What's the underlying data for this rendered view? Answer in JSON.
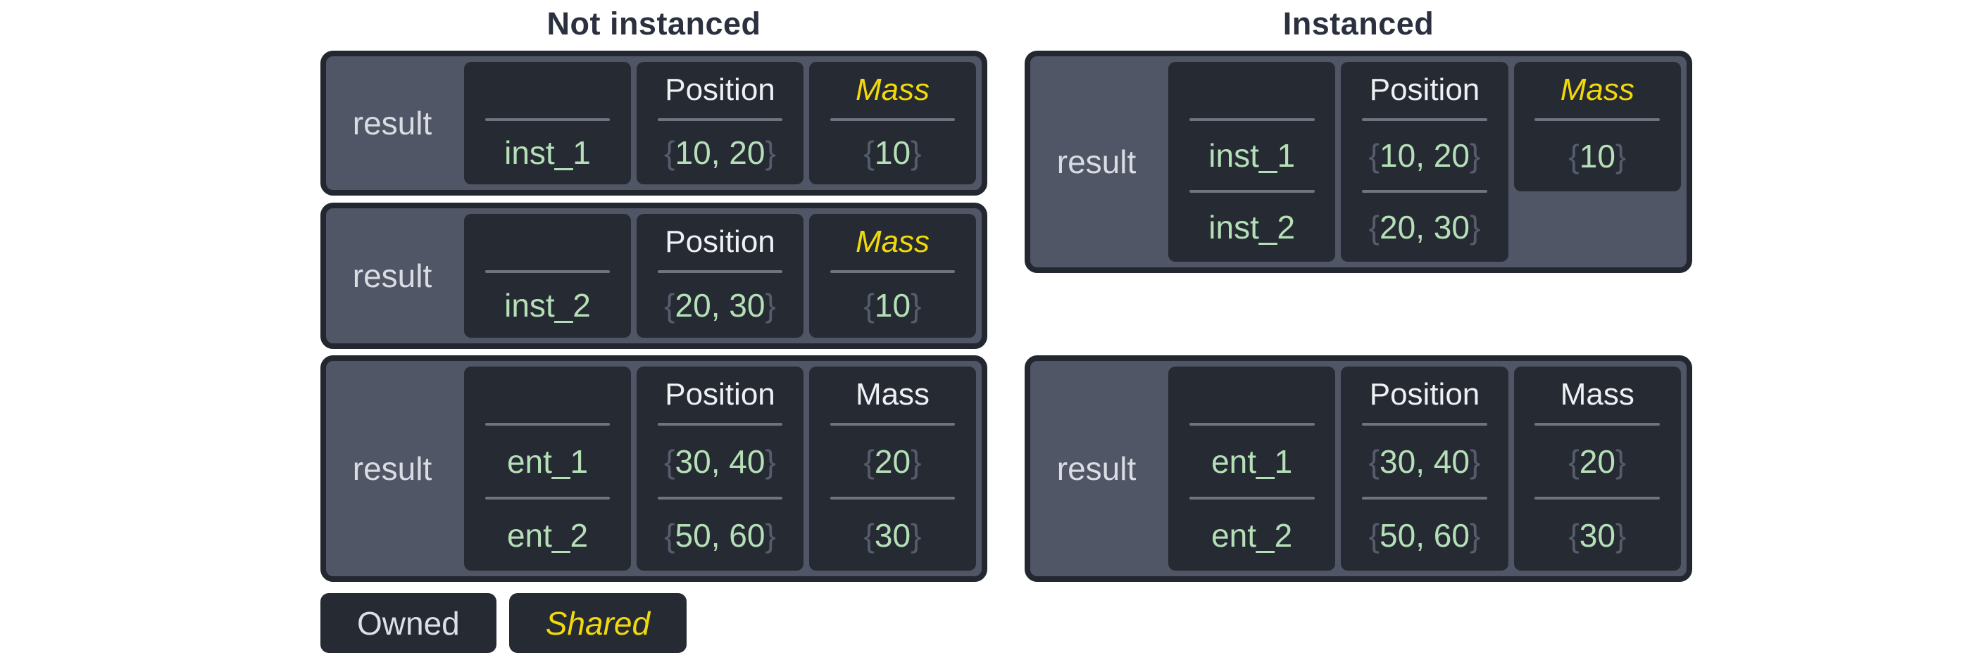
{
  "titles": {
    "not_instanced": "Not instanced",
    "instanced": "Instanced"
  },
  "legend": {
    "owned_label": "Owned",
    "shared_label": "Shared"
  },
  "colors": {
    "page_bg": "#ffffff",
    "title_text": "#2a303e",
    "box_border": "#23272f",
    "box_fill": "#505665",
    "cell_bg": "#262a33",
    "divider": "#6e7480",
    "owned_header_text": "#eef0f4",
    "shared_header_text": "#f2d90a",
    "value_text": "#b5e0b7",
    "brace_text": "#555d6c",
    "result_text": "#d9dce3"
  },
  "boxes": [
    {
      "id": "nb1",
      "group": "not_instanced",
      "result_label": "result",
      "cells": [
        {
          "header": "",
          "shared": false,
          "short": false,
          "rows": [
            {
              "braced": false,
              "text": "inst_1"
            }
          ]
        },
        {
          "header": "Position",
          "shared": false,
          "short": false,
          "rows": [
            {
              "braced": true,
              "text": "10, 20"
            }
          ]
        },
        {
          "header": "Mass",
          "shared": true,
          "short": false,
          "rows": [
            {
              "braced": true,
              "text": "10"
            }
          ]
        }
      ]
    },
    {
      "id": "nb2",
      "group": "not_instanced",
      "result_label": "result",
      "cells": [
        {
          "header": "",
          "shared": false,
          "short": false,
          "rows": [
            {
              "braced": false,
              "text": "inst_2"
            }
          ]
        },
        {
          "header": "Position",
          "shared": false,
          "short": false,
          "rows": [
            {
              "braced": true,
              "text": "20, 30"
            }
          ]
        },
        {
          "header": "Mass",
          "shared": true,
          "short": false,
          "rows": [
            {
              "braced": true,
              "text": "10"
            }
          ]
        }
      ]
    },
    {
      "id": "nb3",
      "group": "not_instanced",
      "result_label": "result",
      "cells": [
        {
          "header": "",
          "shared": false,
          "short": false,
          "rows": [
            {
              "braced": false,
              "text": "ent_1"
            },
            {
              "braced": false,
              "text": "ent_2"
            }
          ]
        },
        {
          "header": "Position",
          "shared": false,
          "short": false,
          "rows": [
            {
              "braced": true,
              "text": "30, 40"
            },
            {
              "braced": true,
              "text": "50, 60"
            }
          ]
        },
        {
          "header": "Mass",
          "shared": false,
          "short": false,
          "rows": [
            {
              "braced": true,
              "text": "20"
            },
            {
              "braced": true,
              "text": "30"
            }
          ]
        }
      ]
    },
    {
      "id": "ib1",
      "group": "instanced",
      "result_label": "result",
      "cells": [
        {
          "header": "",
          "shared": false,
          "short": false,
          "rows": [
            {
              "braced": false,
              "text": "inst_1"
            },
            {
              "braced": false,
              "text": "inst_2"
            }
          ]
        },
        {
          "header": "Position",
          "shared": false,
          "short": false,
          "rows": [
            {
              "braced": true,
              "text": "10, 20"
            },
            {
              "braced": true,
              "text": "20, 30"
            }
          ]
        },
        {
          "header": "Mass",
          "shared": true,
          "short": true,
          "rows": [
            {
              "braced": true,
              "text": "10"
            }
          ]
        }
      ]
    },
    {
      "id": "ib2",
      "group": "instanced",
      "result_label": "result",
      "cells": [
        {
          "header": "",
          "shared": false,
          "short": false,
          "rows": [
            {
              "braced": false,
              "text": "ent_1"
            },
            {
              "braced": false,
              "text": "ent_2"
            }
          ]
        },
        {
          "header": "Position",
          "shared": false,
          "short": false,
          "rows": [
            {
              "braced": true,
              "text": "30, 40"
            },
            {
              "braced": true,
              "text": "50, 60"
            }
          ]
        },
        {
          "header": "Mass",
          "shared": false,
          "short": false,
          "rows": [
            {
              "braced": true,
              "text": "20"
            },
            {
              "braced": true,
              "text": "30"
            }
          ]
        }
      ]
    }
  ]
}
